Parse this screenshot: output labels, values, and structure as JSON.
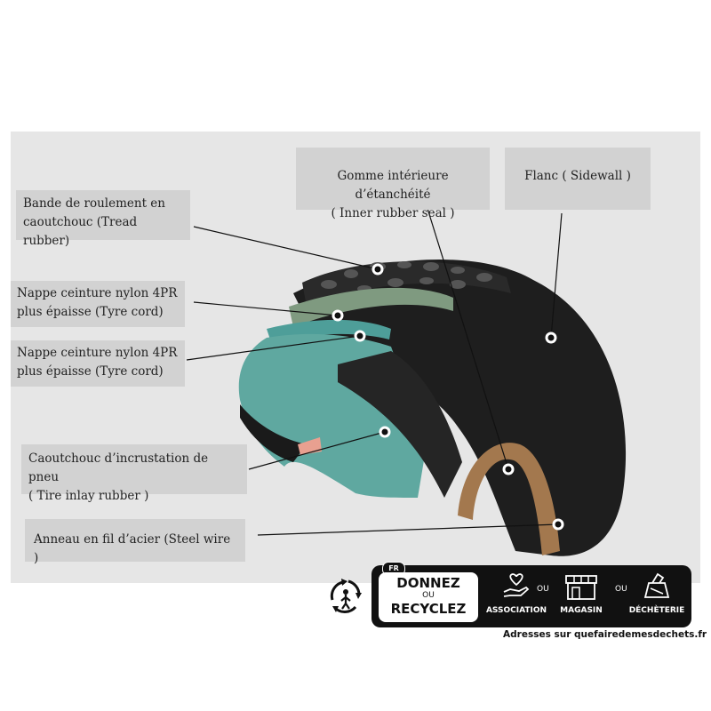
{
  "labels": {
    "tread_l1": "Bande de roulement en",
    "tread_l2": "caoutchouc (Tread rubber)",
    "nylon1_l1": "Nappe ceinture nylon 4PR",
    "nylon1_l2": "plus épaisse (Tyre cord)",
    "nylon2_l1": "Nappe ceinture nylon 4PR",
    "nylon2_l2": "plus épaisse (Tyre cord)",
    "inlay_l1": "Caoutchouc d’incrustation de pneu",
    "inlay_l2": "( Tire inlay rubber )",
    "steel": "Anneau en fil d’acier (Steel wire )",
    "seal_l1": "Gomme intérieure d’étanchéité",
    "seal_l2": "( Inner rubber seal )",
    "sidewall": "Flanc ( Sidewall )"
  },
  "recycle": {
    "fr_badge": "FR",
    "donnez": "DONNEZ",
    "ou_small": "OU",
    "recyclez": "RECYCLEZ",
    "association": "ASSOCIATION",
    "magasin": "MAGASIN",
    "decheterie": "DÉCHÈTERIE",
    "ou1": "OU",
    "ou2": "OU",
    "address": "Adresses sur quefairedemesdechets.fr"
  },
  "colors": {
    "tread": "#1e1e1e",
    "tyre_cord_green": "#7f9a80",
    "inlay_teal": "#5fa8a0",
    "bead_tan": "#a3784e"
  }
}
